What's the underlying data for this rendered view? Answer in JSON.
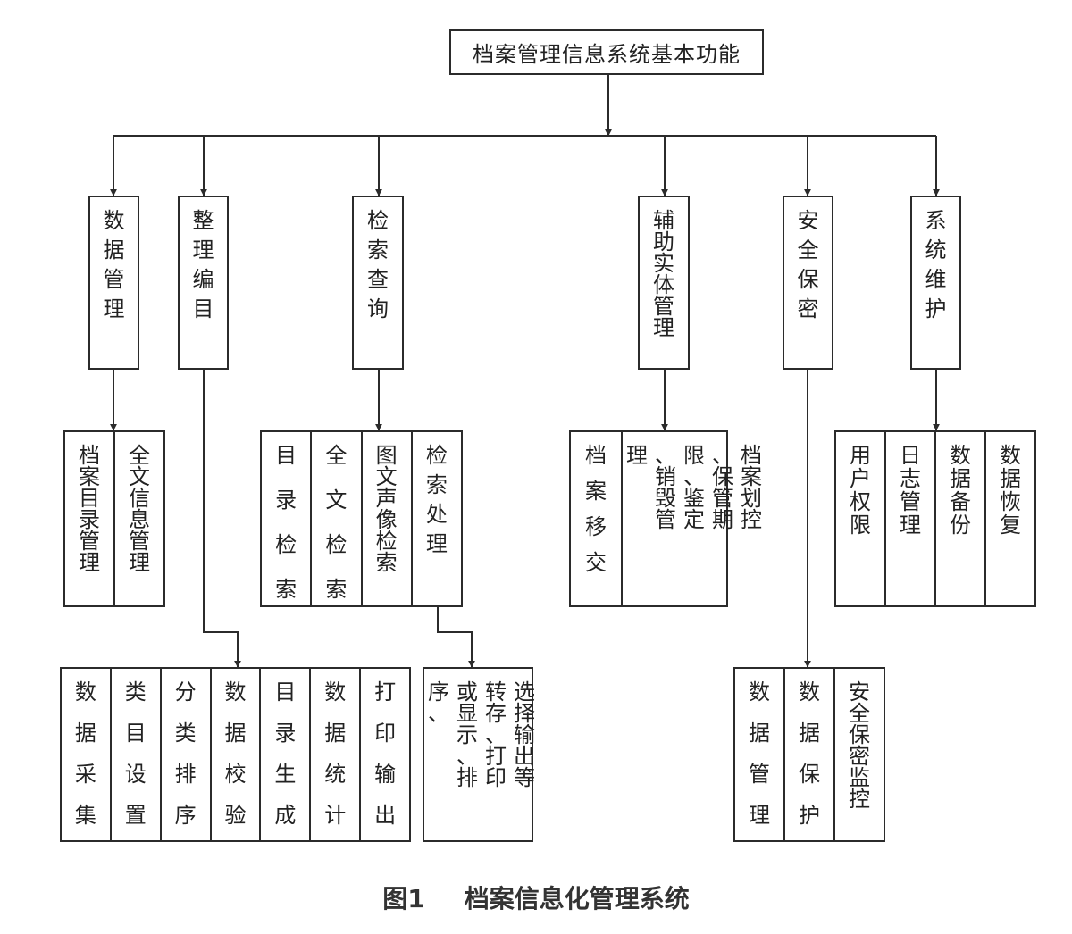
{
  "diagram": {
    "root": "档案管理信息系统基本功能",
    "branches": [
      {
        "label": "数据管理",
        "children": [
          "档案目录管理",
          "全文信息管理"
        ]
      },
      {
        "label": "整理编目",
        "children": [
          "数据采集",
          "类目设置",
          "分类排序",
          "数据校验",
          "目录生成",
          "数据统计",
          "打印输出"
        ]
      },
      {
        "label": "检索查询",
        "children": [
          "目录检索",
          "全文检索",
          "图文声像检索",
          "检索处理"
        ],
        "grandchild": "选择输出等转存、打印或显示、排序、"
      },
      {
        "label": "辅助实体管理",
        "children": [
          "档案移交",
          "档案划控、保管期限、鉴定、销毁管理"
        ]
      },
      {
        "label": "安全保密",
        "children": [
          "数据管理",
          "数据保护",
          "安全保密监控"
        ]
      },
      {
        "label": "系统维护",
        "children": [
          "用户权限",
          "日志管理",
          "数据备份",
          "数据恢复"
        ]
      }
    ]
  },
  "caption": {
    "figure": "图1",
    "title": "档案信息化管理系统"
  }
}
